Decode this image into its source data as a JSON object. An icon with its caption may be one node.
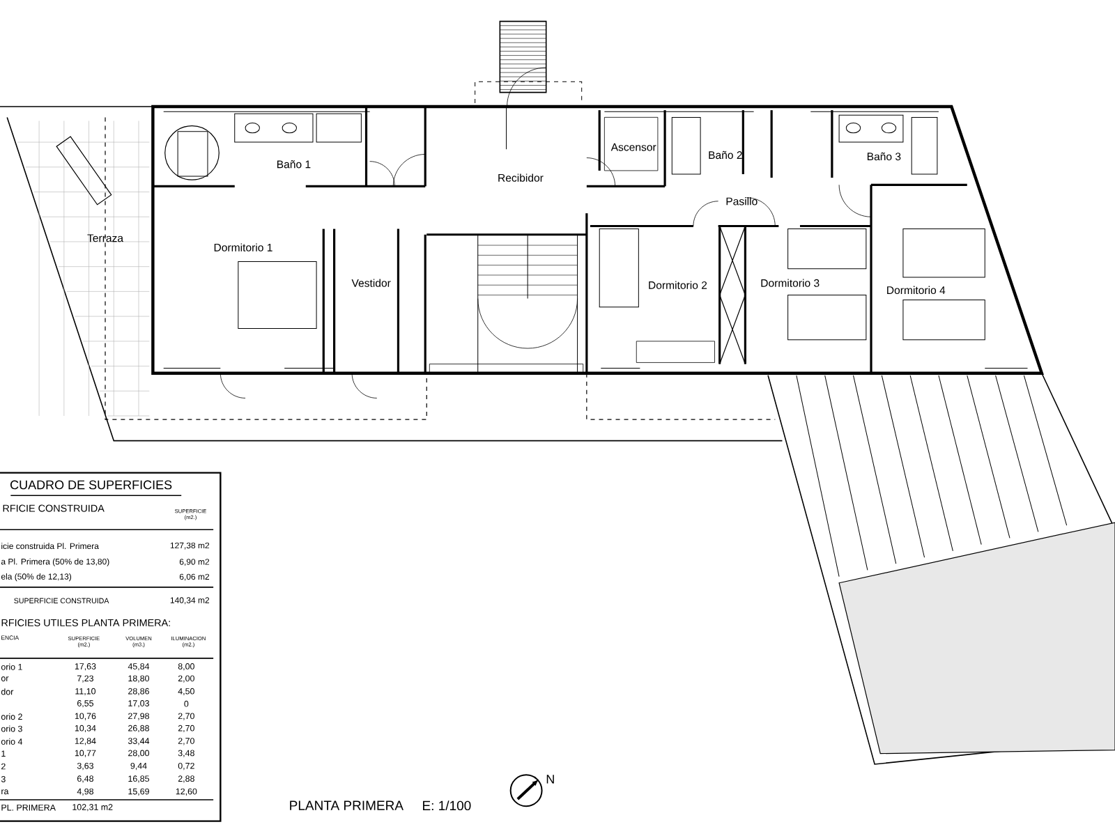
{
  "diagram": {
    "nodes": [
      {
        "text": [
          "Baño 1"
        ]
      },
      {
        "text": [
          "Recibidor"
        ]
      },
      {
        "text": [
          "Ascensor"
        ]
      },
      {
        "text": [
          "Baño 2"
        ]
      },
      {
        "text": [
          "Baño 3"
        ]
      },
      {
        "text": [
          "Pasillo"
        ]
      },
      {
        "text": [
          "Terraza"
        ]
      },
      {
        "text": [
          "Dormitorio 1"
        ]
      },
      {
        "text": [
          "Vestidor"
        ]
      },
      {
        "text": [
          "Dormitorio 2"
        ]
      },
      {
        "text": [
          "Dormitorio 3"
        ]
      },
      {
        "text": [
          "Dormitorio 4"
        ]
      }
    ],
    "labels": [
      "CUADRO DE SUPERFICIES",
      "RFICIE CONSTRUIDA",
      "SUPERFICIE (m2.)",
      "icie construida Pl. Primera",
      "127,38 m2",
      "a Pl. Primera (50% de 13,80)",
      "6,90 m2",
      "ela (50% de 12,13)",
      "6,06 m2",
      "SUPERFICIE CONSTRUIDA",
      "140,34 m2",
      "RFICIES UTILES PLANTA PRIMERA:",
      "ENCIA",
      "SUPERFICIE (m2.)",
      "VOLUMEN (m3.)",
      "ILUMINACION (m2.)",
      "orio 1",
      "17,63",
      "45,84",
      "8,00",
      "or",
      "7,23",
      "18,80",
      "2,00",
      "dor",
      "11,10",
      "28,86",
      "4,50",
      "6,55",
      "17,03",
      "0",
      "orio 2",
      "10,76",
      "27,98",
      "2,70",
      "orio 3",
      "10,34",
      "26,88",
      "2,70",
      "orio 4",
      "12,84",
      "33,44",
      "2,70",
      "1",
      "10,77",
      "28,00",
      "3,48",
      "2",
      "3,63",
      "9,44",
      "0,72",
      "3",
      "6,48",
      "16,85",
      "2,88",
      "ra",
      "4,98",
      "15,69",
      "12,60",
      "PL. PRIMERA",
      "102,31 m2",
      "PLANTA PRIMERA",
      "E: 1/100",
      "N"
    ]
  }
}
